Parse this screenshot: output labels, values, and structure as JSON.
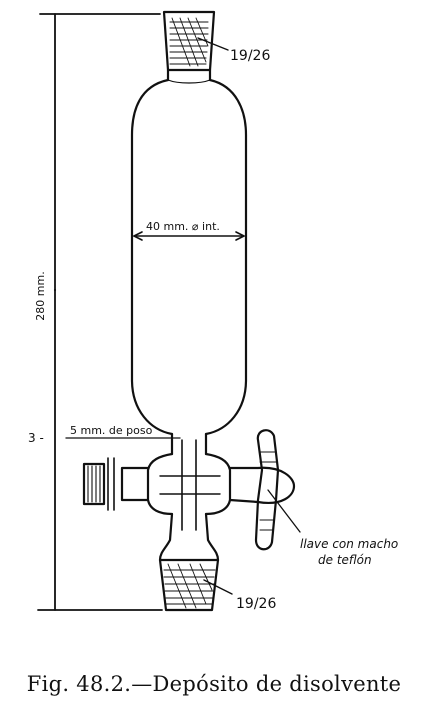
{
  "labels": {
    "top_joint": "19/26",
    "bottom_joint": "19/26",
    "diameter": "40 mm. ⌀ int.",
    "height": "280 mm.",
    "side_mark": "3 -",
    "depth": "5 mm. de poso",
    "stopcock_line1": "llave con macho",
    "stopcock_line2": "de teflón"
  },
  "caption": "Fig. 48.2.—Depósito de disolvente"
}
